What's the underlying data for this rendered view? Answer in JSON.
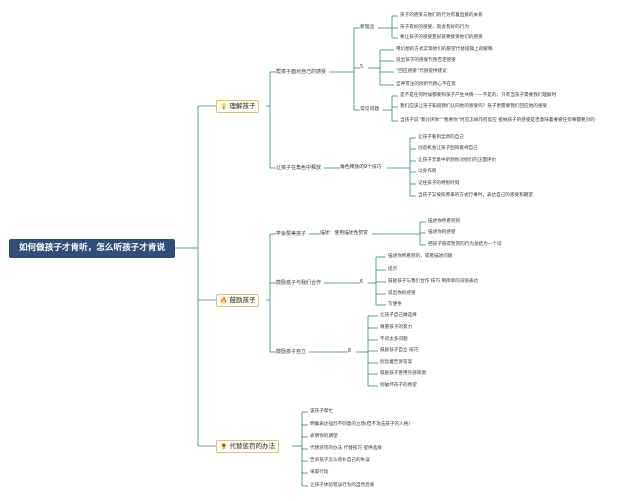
{
  "root": {
    "text": "如何做孩子才肯听，怎么听孩子才肯说"
  },
  "branches": [
    {
      "label": "理解孩子",
      "icon": "💡",
      "icon_name": "light-bulb-icon",
      "children": [
        {
          "label": "帮孩子面对自己的感受",
          "groups": [
            {
              "label": "新理念",
              "items": [
                "孩子的感受与他们的行为有着直接的关系",
                "孩子有好的感受，就会有好的行为",
                "要让孩子的感受变好就要接受他们的感受"
              ]
            },
            {
              "label": "5",
              "items": [
                "用幻想的方式实现他们的愿望代替逻辑上的解释",
                "说出孩子的感受代替否定感受",
                "“回应感受”代替提供建议",
                "全神贯注的倾听代替心不在焉"
              ]
            },
            {
              "label": "常见问题",
              "items": [
                "是不是任何时候都要和孩子产生共情——不是的，只有当孩子需要我们理解时",
                "我们应该让孩子知道我们认同他的感受吗？孩子更需要我们回应他的感受",
                "当孩子说“我讨厌你”“我要你”时应怎样作何反应 接纳孩子的感受是否意味着要被任何事都要对的"
              ]
            }
          ]
        },
        {
          "label": "让孩子在角色中释放",
          "groups": [
            {
              "label": "角色释放的9个技巧",
              "items": [
                "让孩子看到全新的自己",
                "创造机会让孩子刮目看待自己",
                "让孩子无意中听到你对他们的正面评价",
                "以身作则",
                "记住孩子的特别时刻",
                "当孩子又按照原来的方式行事时，表达自己的感受和期望"
              ]
            }
          ]
        }
      ]
    },
    {
      "label": "鼓励孩子",
      "icon": "🔥",
      "icon_name": "fire-icon",
      "children": [
        {
          "label": "学会赞美孩子",
          "groups": [
            {
              "label": "描述：使用描述性赞赏",
              "items": [
                "描述你所看到的",
                "描述你的感受",
                "把孩子值得赞赏的行为总结为一个词"
              ]
            }
          ]
        },
        {
          "label": "鼓励孩子与我们合作",
          "groups": [
            {
              "label": "6",
              "items": [
                "描述你所看到的，或者描述问题",
                "提示",
                "鼓励孩子与我们合作 技巧 用简单的词语表达",
                "说出你的感受",
                "写便条"
              ]
            }
          ]
        },
        {
          "label": "鼓励孩子自立",
          "groups": [
            {
              "label": "8",
              "items": [
                "让孩子自己做选择",
                "尊重孩子的努力",
                "不问太多问题",
                "鼓励孩子自立 技巧",
                "别急着告诉答案",
                "鼓励孩子善用外部资源",
                "别破坏孩子的希望"
              ]
            }
          ]
        }
      ]
    },
    {
      "label": "代替惩罚的办法",
      "icon": "🌻",
      "icon_name": "sunflower-icon",
      "items": [
        "该孩子帮忙",
        "明确表达强烈不同意的立场(但不攻击孩子的人格)",
        "表明你的期望",
        "代替惩罚的办法 代替技巧 提供选择",
        "告诉孩子怎么弥补自己的失误",
        "采取行动",
        "让孩子体验错误行为的自然后果"
      ]
    }
  ]
}
